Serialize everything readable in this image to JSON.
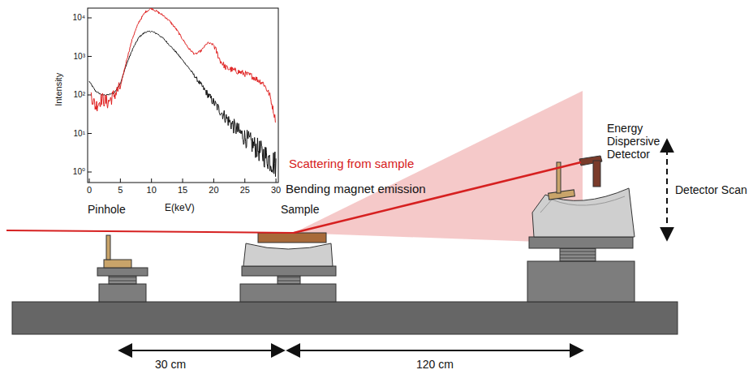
{
  "diagram": {
    "labels": [
      "Intensity",
      "E(keV)",
      "0",
      "5",
      "10",
      "15",
      "20",
      "25",
      "30",
      "10⁰",
      "10¹",
      "10²",
      "10³",
      "10⁴",
      "Scattering from sample",
      "Bending magnet emission",
      "Pinhole",
      "Sample",
      "Energy Dispersive Detector",
      "Detector Scan",
      "30 cm",
      "120 cm"
    ]
  }
}
